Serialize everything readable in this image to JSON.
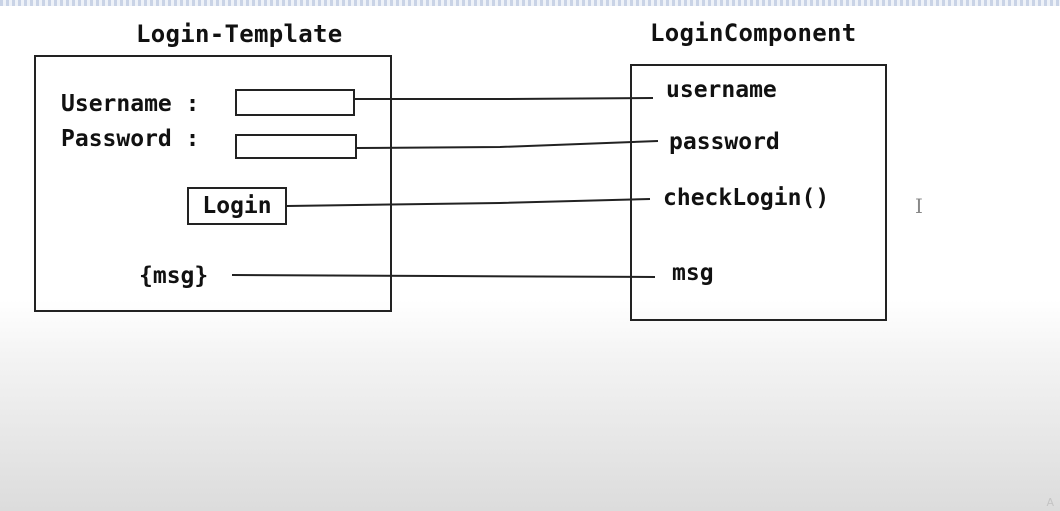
{
  "template_panel": {
    "title": "Login-Template",
    "username_label": "Username :",
    "password_label": "Password :",
    "login_button": "Login",
    "msg_binding": "{msg}"
  },
  "component_panel": {
    "title": "LoginComponent",
    "members": [
      "username",
      "password",
      "checkLogin()",
      "msg"
    ]
  },
  "colors": {
    "ink": "#222222",
    "background": "#ffffff"
  },
  "icons": [
    "text-cursor-icon",
    "corner-mark-icon"
  ],
  "corner_mark": "A"
}
